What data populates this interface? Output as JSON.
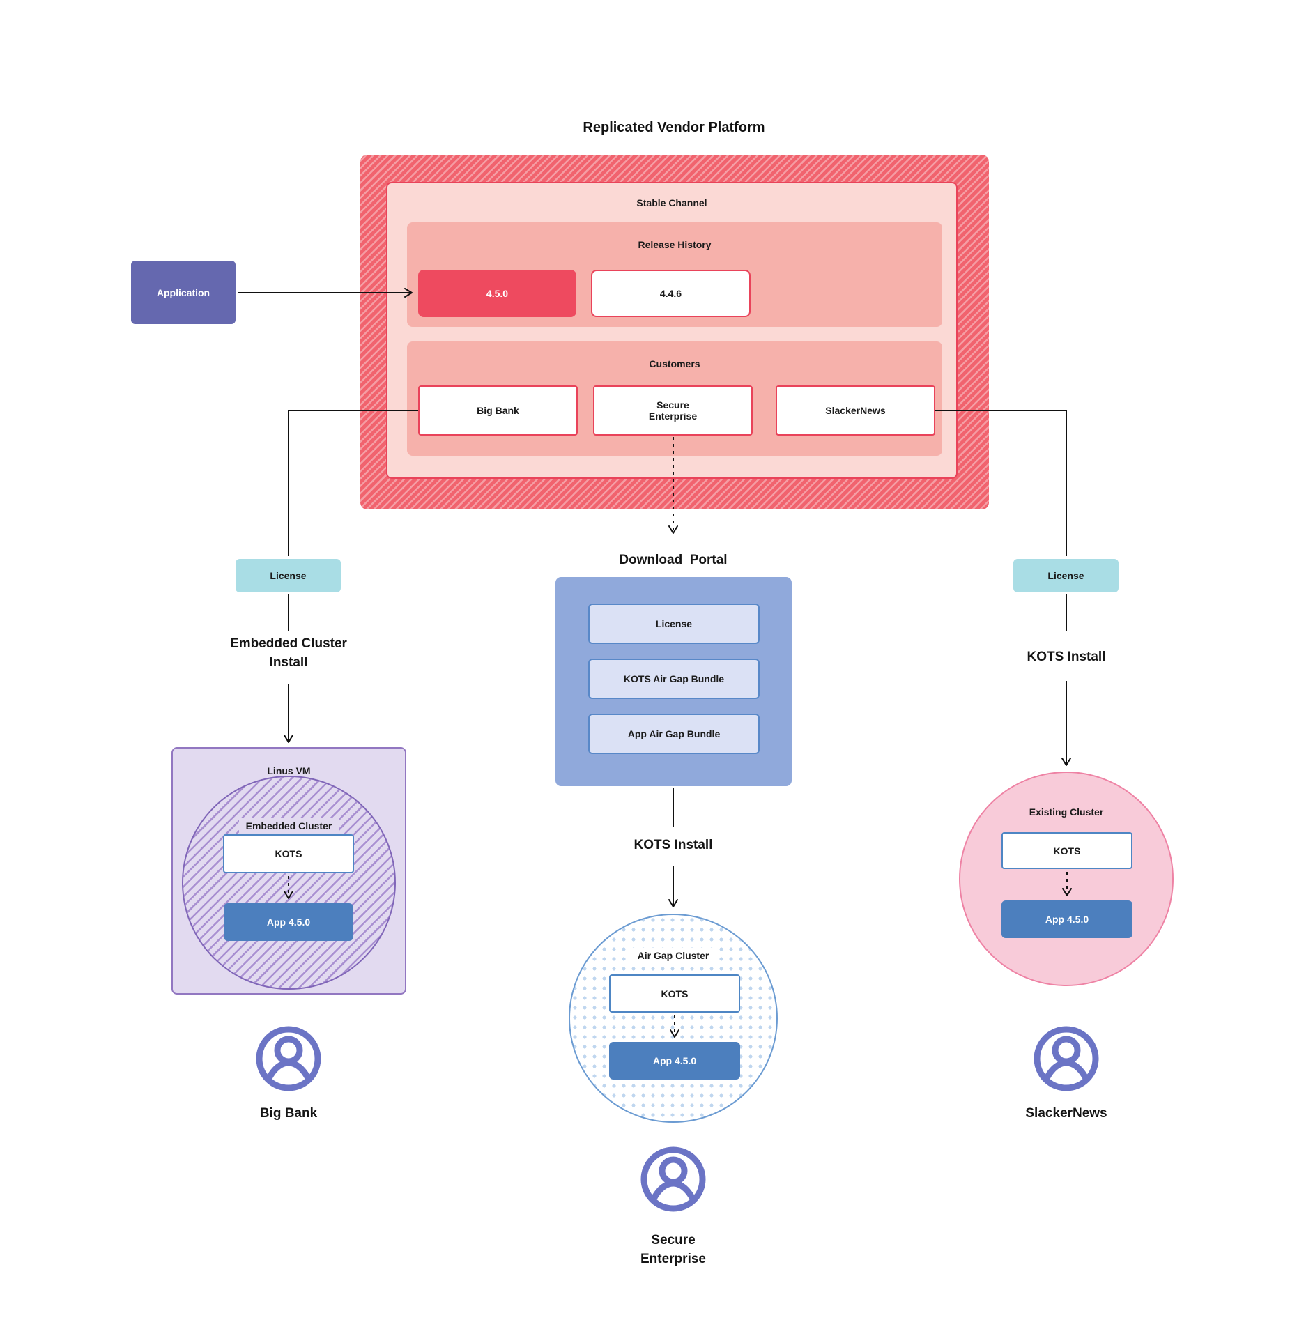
{
  "title": "Replicated Vendor Platform",
  "colors": {
    "accent_red": "#E9435A",
    "release_highlight": "#EE4A5F",
    "hatch_dark": "#F1636E",
    "hatch_light": "#F59DA4",
    "channel_fill": "#FBD9D5",
    "section_fill": "#F6B1AB",
    "application_purple": "#6568AF",
    "license_teal": "#A9DDE5",
    "portal_blue": "#90A9DB",
    "portal_item_fill": "#DBE1F5",
    "kots_border_blue": "#4E86C4",
    "app_blue": "#4C7FBE",
    "vm_fill": "#E2DAF0",
    "vm_border": "#9277C1",
    "cluster_pink_fill": "#F8CBD9",
    "cluster_pink_border": "#EE82A4",
    "persona_purple": "#6B74C5"
  },
  "platform": {
    "stable_channel_label": "Stable Channel",
    "release_history_label": "Release History",
    "releases": [
      {
        "version": "4.5.0"
      },
      {
        "version": "4.4.6"
      }
    ],
    "customers_label": "Customers",
    "customers": [
      {
        "name": "Big Bank"
      },
      {
        "name": "Secure Enterprise"
      },
      {
        "name": "SlackerNews"
      }
    ]
  },
  "application": {
    "label": "Application"
  },
  "left_flow": {
    "license_label": "License",
    "install_label": "Embedded Cluster Install",
    "vm_label": "Linus VM",
    "cluster_label": "Embedded Cluster",
    "kots_label": "KOTS",
    "app_label": "App 4.5.0",
    "persona_label": "Big Bank"
  },
  "middle_flow": {
    "portal_label": "Download  Portal",
    "portal_items": [
      {
        "label": "License"
      },
      {
        "label": "KOTS Air Gap Bundle"
      },
      {
        "label": "App Air Gap Bundle"
      }
    ],
    "install_label": "KOTS Install",
    "cluster_label": "Air Gap Cluster",
    "kots_label": "KOTS",
    "app_label": "App 4.5.0",
    "persona_label": "Secure Enterprise"
  },
  "right_flow": {
    "license_label": "License",
    "install_label": "KOTS Install",
    "cluster_label": "Existing Cluster",
    "kots_label": "KOTS",
    "app_label": "App 4.5.0",
    "persona_label": "SlackerNews"
  }
}
